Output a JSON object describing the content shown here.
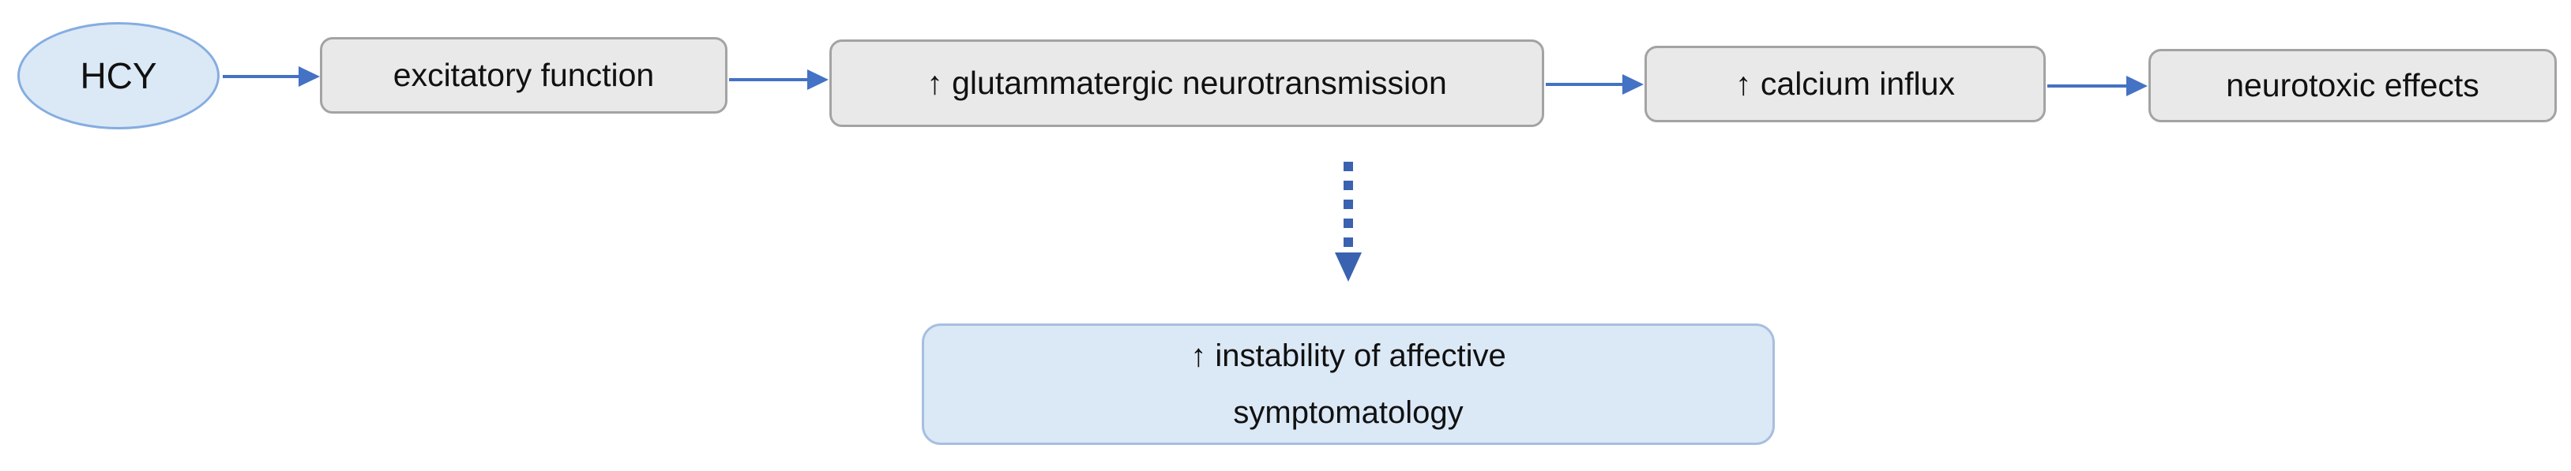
{
  "diagram": {
    "nodes": {
      "hcy": {
        "label": "HCY",
        "shape": "ellipse"
      },
      "excitatory": {
        "label": "excitatory function",
        "shape": "rounded-rect"
      },
      "glutamatergic": {
        "label": "↑ glutammatergic neurotransmission",
        "shape": "rounded-rect"
      },
      "calcium": {
        "label": "↑ calcium influx",
        "shape": "rounded-rect"
      },
      "neurotoxic": {
        "label": "neurotoxic effects",
        "shape": "rounded-rect"
      },
      "instability": {
        "label": "↑ instability of affective symptomatology",
        "lines": [
          "↑ instability of affective",
          "symptomatology"
        ],
        "shape": "rounded-rect"
      }
    },
    "edges": [
      {
        "from": "HCY",
        "to": "excitatory function",
        "style": "solid"
      },
      {
        "from": "excitatory function",
        "to": "↑ glutammatergic neurotransmission",
        "style": "solid"
      },
      {
        "from": "↑ glutammatergic neurotransmission",
        "to": "↑ calcium influx",
        "style": "solid"
      },
      {
        "from": "↑ calcium influx",
        "to": "neurotoxic effects",
        "style": "solid"
      },
      {
        "from": "↑ glutammatergic neurotransmission",
        "to": "↑ instability of affective symptomatology",
        "style": "dashed"
      }
    ],
    "colors": {
      "node_blue_fill": "#dbe8f6",
      "node_blue_border": "#85ade0",
      "blue_box_border": "#a7bfdf",
      "node_gray_fill": "#e9e9e9",
      "node_gray_border": "#a3a3a3",
      "arrow_solid": "#4472c4",
      "arrow_dashed": "#3a62b0",
      "text": "#111111"
    }
  }
}
